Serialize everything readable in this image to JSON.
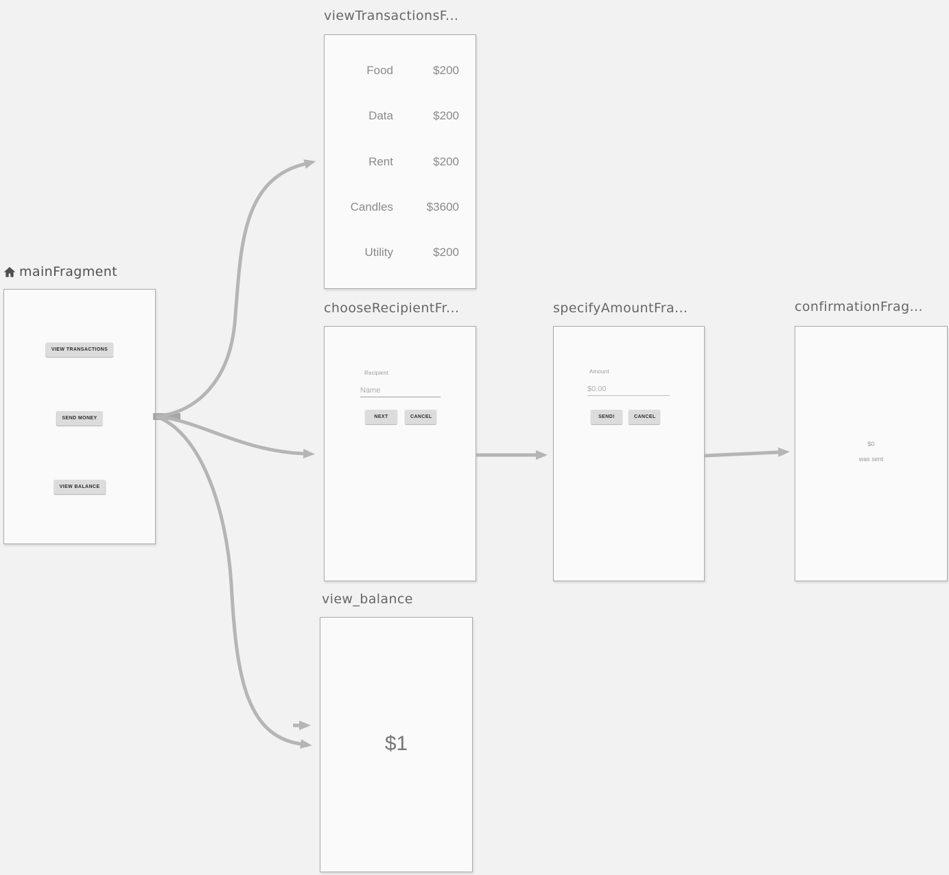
{
  "colors": {
    "canvas_background": "#f2f2f2",
    "card_background": "#fafafa",
    "card_border": "#a9a9a9",
    "arrow": "#b5b5b5",
    "title_text": "#666666",
    "home_title_text": "#4f4f4f",
    "preview_text": "#8a8a8a"
  },
  "fragments": {
    "main": {
      "title": "mainFragment",
      "icon": "home-icon",
      "buttons": {
        "view_transactions": "VIEW TRANSACTIONS",
        "send_money": "SEND MONEY",
        "view_balance": "VIEW BALANCE"
      }
    },
    "view_transactions": {
      "title": "viewTransactionsF...",
      "transactions": [
        {
          "label": "Food",
          "amount": "$200"
        },
        {
          "label": "Data",
          "amount": "$200"
        },
        {
          "label": "Rent",
          "amount": "$200"
        },
        {
          "label": "Candles",
          "amount": "$3600"
        },
        {
          "label": "Utility",
          "amount": "$200"
        }
      ]
    },
    "choose_recipient": {
      "title": "chooseRecipientFr...",
      "field_label": "Recipient",
      "input_placeholder": "Name",
      "next_button": "NEXT",
      "cancel_button": "CANCEL"
    },
    "specify_amount": {
      "title": "specifyAmountFra...",
      "field_label": "Amount",
      "input_value": "$0.00",
      "send_button": "SEND!",
      "cancel_button": "CANCEL"
    },
    "confirmation": {
      "title": "confirmationFrag...",
      "amount": "$0",
      "message": "was sent"
    },
    "view_balance": {
      "title": "view_balance",
      "balance": "$1"
    }
  },
  "actions": [
    {
      "from": "mainFragment",
      "to": "viewTransactionsF..."
    },
    {
      "from": "mainFragment",
      "to": "chooseRecipientFr..."
    },
    {
      "from": "mainFragment",
      "to": "view_balance"
    },
    {
      "from": "mainFragment",
      "to": "view_balance"
    },
    {
      "from": "chooseRecipientFr...",
      "to": "specifyAmountFra..."
    },
    {
      "from": "specifyAmountFra...",
      "to": "confirmationFrag..."
    }
  ]
}
